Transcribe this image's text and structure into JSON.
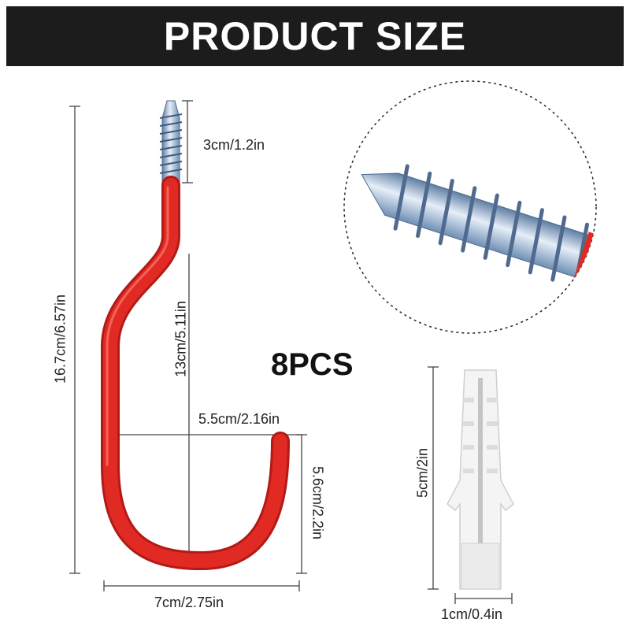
{
  "header": {
    "title": "PRODUCT SIZE"
  },
  "quantity": "8PCS",
  "dimensions": {
    "screw_length": "3cm/1.2in",
    "total_height": "16.7cm/6.57in",
    "shank_height": "13cm/5.11in",
    "hook_width": "5.5cm/2.16in",
    "hook_depth": "5.6cm/2.2in",
    "total_width": "7cm/2.75in",
    "anchor_length": "5cm/2in",
    "anchor_width": "1cm/0.4in"
  },
  "colors": {
    "header_bg": "#1c1c1c",
    "hook_coating": "#e12a24",
    "screw_metal": "#8fb3d6",
    "anchor": "#f2f2f2"
  }
}
